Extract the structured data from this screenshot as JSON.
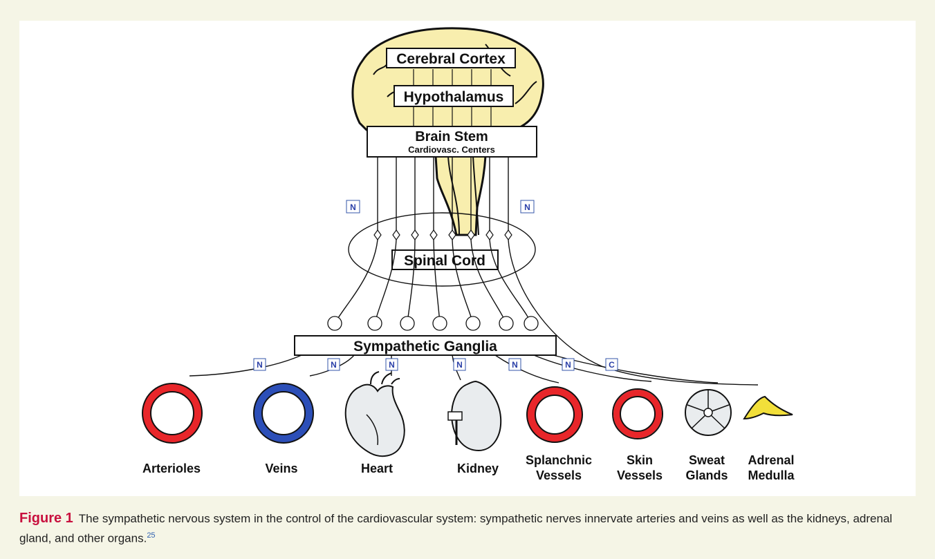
{
  "diagram": {
    "brain": {
      "cortex": "Cerebral Cortex",
      "hypothalamus": "Hypothalamus",
      "brainstem_title": "Brain Stem",
      "brainstem_sub": "Cardiovasc. Centers"
    },
    "spinal_cord": "Spinal Cord",
    "ganglia": "Sympathetic Ganglia",
    "transmitter_marks": [
      "N",
      "N",
      "N",
      "N",
      "N",
      "N",
      "N",
      "N",
      "C"
    ],
    "organs": [
      {
        "line1": "Arterioles",
        "line2": ""
      },
      {
        "line1": "Veins",
        "line2": ""
      },
      {
        "line1": "Heart",
        "line2": ""
      },
      {
        "line1": "Kidney",
        "line2": ""
      },
      {
        "line1": "Splanchnic",
        "line2": "Vessels"
      },
      {
        "line1": "Skin",
        "line2": "Vessels"
      },
      {
        "line1": "Sweat",
        "line2": "Glands"
      },
      {
        "line1": "Adrenal",
        "line2": "Medulla"
      }
    ],
    "colors": {
      "brain_fill": "#f8eeae",
      "artery_red": "#e8262a",
      "vein_blue": "#2c4fb8",
      "adrenal_yellow": "#f2df3a",
      "mark_blue": "#2a3fa8"
    }
  },
  "caption": {
    "label": "Figure 1",
    "text": "The sympathetic nervous system in the control of the cardiovascular system: sympathetic nerves innervate arteries and veins as well as the kidneys, adrenal gland, and other organs.",
    "ref": "25"
  }
}
